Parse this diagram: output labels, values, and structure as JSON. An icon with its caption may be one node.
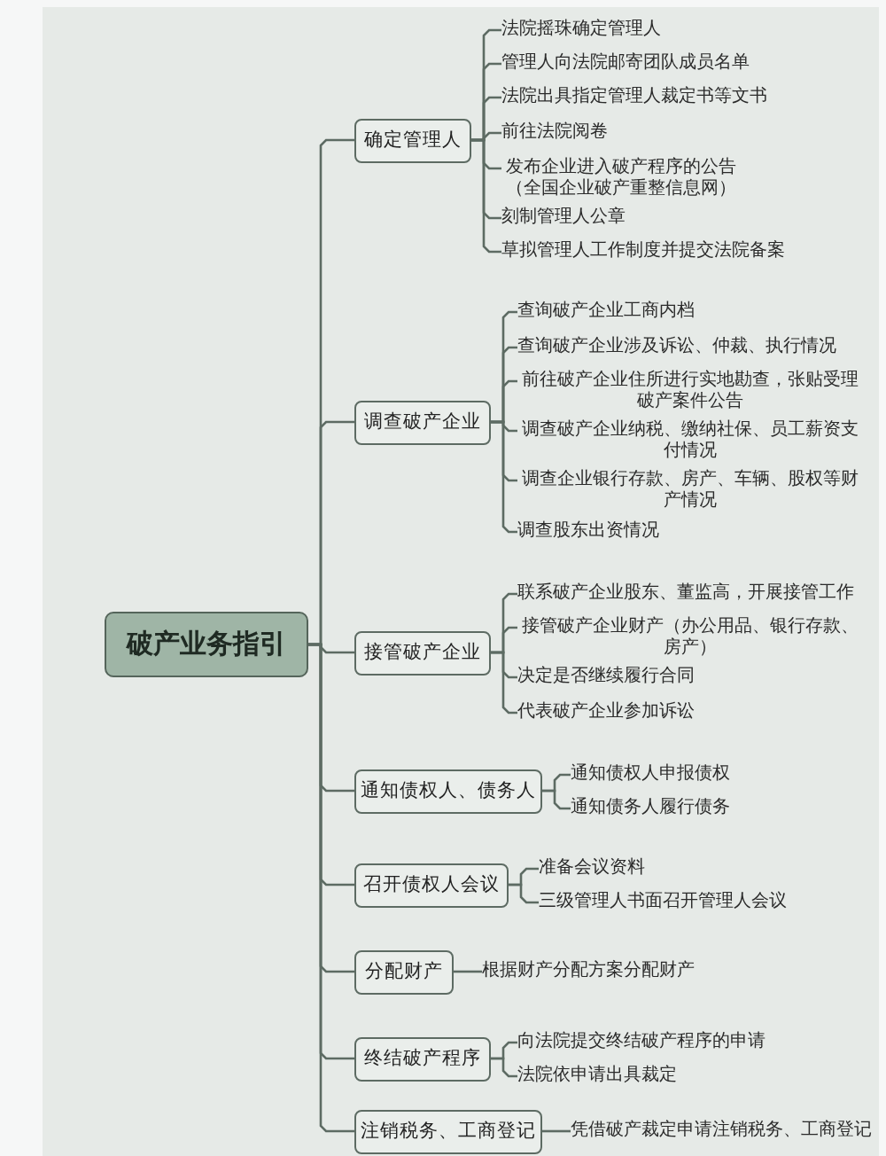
{
  "diagram": {
    "nodes": [
      {
        "text": [
          "破产业务指引"
        ]
      },
      {
        "text": [
          "确定管理人"
        ]
      },
      {
        "text": [
          "法院摇珠确定管理人"
        ]
      },
      {
        "text": [
          "管理人向法院邮寄团队成员名单"
        ]
      },
      {
        "text": [
          "法院出具指定管理人裁定书等文书"
        ]
      },
      {
        "text": [
          "前往法院阅卷"
        ]
      },
      {
        "text": [
          "发布企业进入破产程序的公告（全国企业破产重整信息网）"
        ]
      },
      {
        "text": [
          "刻制管理人公章"
        ]
      },
      {
        "text": [
          "草拟管理人工作制度并提交法院备案"
        ]
      },
      {
        "text": [
          "调查破产企业"
        ]
      },
      {
        "text": [
          "查询破产企业工商内档"
        ]
      },
      {
        "text": [
          "查询破产企业涉及诉讼、仲裁、执行情况"
        ]
      },
      {
        "text": [
          "前往破产企业住所进行实地勘查，张贴受理破产案件公告"
        ]
      },
      {
        "text": [
          "调查破产企业纳税、缴纳社保、员工薪资支付情况"
        ]
      },
      {
        "text": [
          "调查企业银行存款、房产、车辆、股权等财产情况"
        ]
      },
      {
        "text": [
          "调查股东出资情况"
        ]
      },
      {
        "text": [
          "接管破产企业"
        ]
      },
      {
        "text": [
          "联系破产企业股东、董监高，开展接管工作"
        ]
      },
      {
        "text": [
          "接管破产企业财产（办公用品、银行存款、房产）"
        ]
      },
      {
        "text": [
          "决定是否继续履行合同"
        ]
      },
      {
        "text": [
          "代表破产企业参加诉讼"
        ]
      },
      {
        "text": [
          "通知债权人、债务人"
        ]
      },
      {
        "text": [
          "通知债权人申报债权"
        ]
      },
      {
        "text": [
          "通知债务人履行债务"
        ]
      },
      {
        "text": [
          "召开债权人会议"
        ]
      },
      {
        "text": [
          "准备会议资料"
        ]
      },
      {
        "text": [
          "三级管理人书面召开管理人会议"
        ]
      },
      {
        "text": [
          "分配财产"
        ]
      },
      {
        "text": [
          "根据财产分配方案分配财产"
        ]
      },
      {
        "text": [
          "终结破产程序"
        ]
      },
      {
        "text": [
          "向法院提交终结破产程序的申请"
        ]
      },
      {
        "text": [
          "法院依申请出具裁定"
        ]
      },
      {
        "text": [
          "注销税务、工商登记"
        ]
      },
      {
        "text": [
          "凭借破产裁定申请注销税务、工商登记"
        ]
      }
    ],
    "edges": [
      {
        "from": 0,
        "to": 1,
        "arrow": "none"
      },
      {
        "from": 0,
        "to": 9,
        "arrow": "none"
      },
      {
        "from": 0,
        "to": 16,
        "arrow": "none"
      },
      {
        "from": 0,
        "to": 21,
        "arrow": "none"
      },
      {
        "from": 0,
        "to": 24,
        "arrow": "none"
      },
      {
        "from": 0,
        "to": 27,
        "arrow": "none"
      },
      {
        "from": 0,
        "to": 29,
        "arrow": "none"
      },
      {
        "from": 0,
        "to": 32,
        "arrow": "none"
      },
      {
        "from": 1,
        "to": 2,
        "arrow": "none"
      },
      {
        "from": 1,
        "to": 3,
        "arrow": "none"
      },
      {
        "from": 1,
        "to": 4,
        "arrow": "none"
      },
      {
        "from": 1,
        "to": 5,
        "arrow": "none"
      },
      {
        "from": 1,
        "to": 6,
        "arrow": "none"
      },
      {
        "from": 1,
        "to": 7,
        "arrow": "none"
      },
      {
        "from": 1,
        "to": 8,
        "arrow": "none"
      },
      {
        "from": 9,
        "to": 10,
        "arrow": "none"
      },
      {
        "from": 9,
        "to": 11,
        "arrow": "none"
      },
      {
        "from": 9,
        "to": 12,
        "arrow": "none"
      },
      {
        "from": 9,
        "to": 13,
        "arrow": "none"
      },
      {
        "from": 9,
        "to": 14,
        "arrow": "none"
      },
      {
        "from": 9,
        "to": 15,
        "arrow": "none"
      },
      {
        "from": 16,
        "to": 17,
        "arrow": "none"
      },
      {
        "from": 16,
        "to": 18,
        "arrow": "none"
      },
      {
        "from": 16,
        "to": 19,
        "arrow": "none"
      },
      {
        "from": 16,
        "to": 20,
        "arrow": "none"
      },
      {
        "from": 21,
        "to": 22,
        "arrow": "none"
      },
      {
        "from": 21,
        "to": 23,
        "arrow": "none"
      },
      {
        "from": 24,
        "to": 25,
        "arrow": "none"
      },
      {
        "from": 24,
        "to": 26,
        "arrow": "none"
      },
      {
        "from": 27,
        "to": 28,
        "arrow": "none"
      },
      {
        "from": 29,
        "to": 30,
        "arrow": "none"
      },
      {
        "from": 29,
        "to": 31,
        "arrow": "none"
      },
      {
        "from": 32,
        "to": 33,
        "arrow": "none"
      }
    ]
  }
}
